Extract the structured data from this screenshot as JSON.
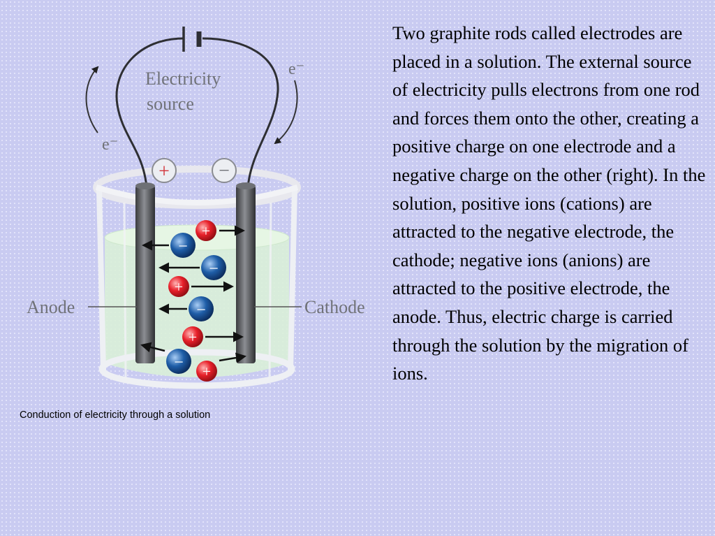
{
  "diagram": {
    "source_label_line1": "Electricity",
    "source_label_line2": "source",
    "electron_left": "e⁻",
    "electron_right": "e⁻",
    "plus_sign": "+",
    "minus_sign": "−",
    "anode_label": "Anode",
    "cathode_label": "Cathode",
    "colors": {
      "cation": "#e8202a",
      "anion": "#1f5ea8",
      "solution": "#d9f0d8",
      "electrode": "#5a5c60"
    }
  },
  "caption": "Conduction of electricity through a solution",
  "body_text": "Two graphite rods called electrodes are placed in a solution. The external source of electricity pulls electrons from one rod and forces them onto the other, creating a positive charge on one electrode and a negative charge on the other (right). In the solution, positive ions (cations) are attracted to the negative electrode, the cathode; negative ions (anions) are attracted to the positive electrode, the anode. Thus, electric charge is carried through the solution by the migration of ions."
}
